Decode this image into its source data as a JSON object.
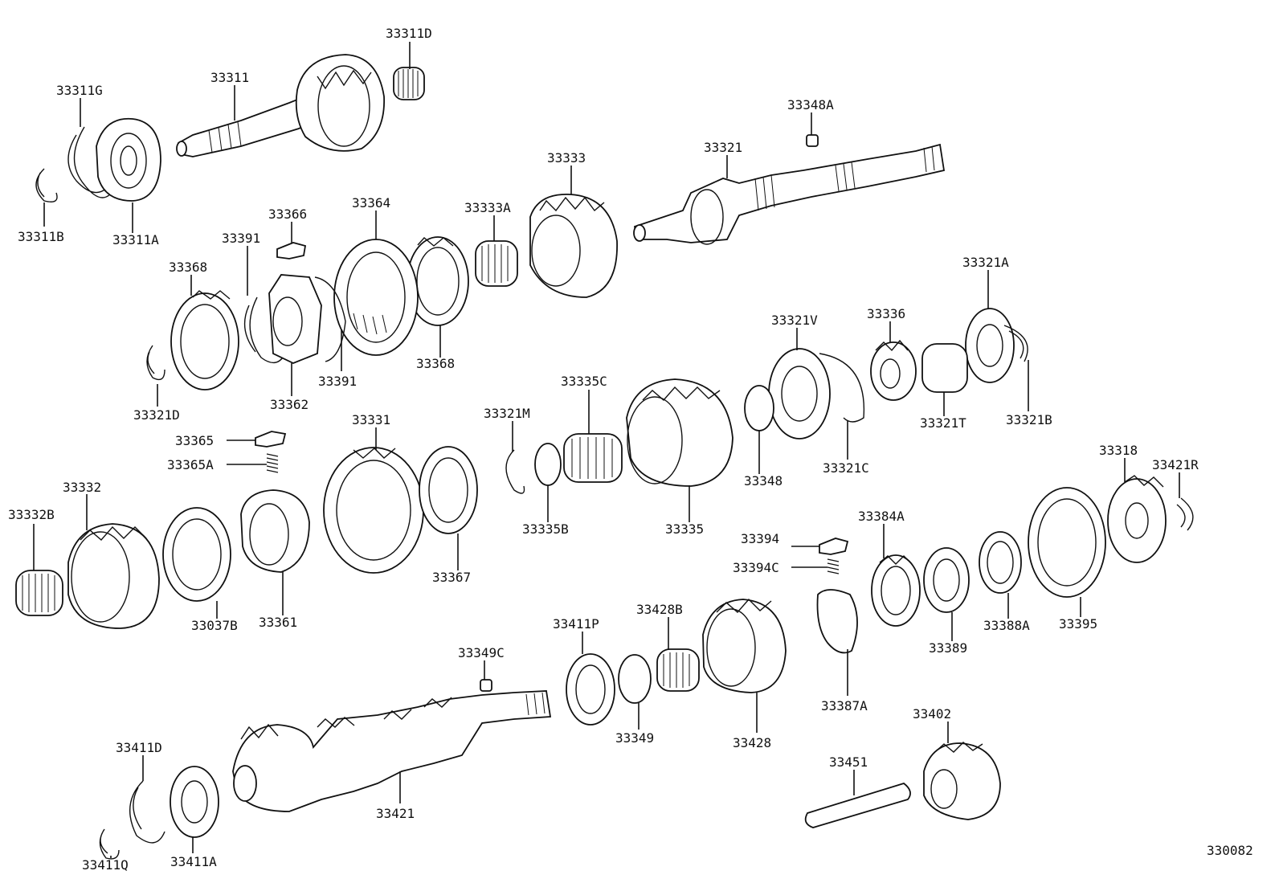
{
  "diagram_id": "330082",
  "parts": [
    "33311D",
    "33311",
    "33311G",
    "33311B",
    "33311A",
    "33348A",
    "33321",
    "33333",
    "33333A",
    "33364",
    "33366",
    "33391",
    "33368",
    "33362",
    "33321D",
    "33368",
    "33391",
    "33321A",
    "33336",
    "33321V",
    "33335C",
    "33321M",
    "33321T",
    "33321B",
    "33348",
    "33321C",
    "33365",
    "33365A",
    "33331",
    "33332",
    "33332B",
    "33037B",
    "33361",
    "33367",
    "33335B",
    "33335",
    "33318",
    "33421R",
    "33394",
    "33394C",
    "33384A",
    "33388A",
    "33395",
    "33389",
    "33411P",
    "33428B",
    "33349C",
    "33428",
    "33387A",
    "33349",
    "33402",
    "33411D",
    "33451",
    "33421",
    "33411A",
    "33411Q"
  ]
}
